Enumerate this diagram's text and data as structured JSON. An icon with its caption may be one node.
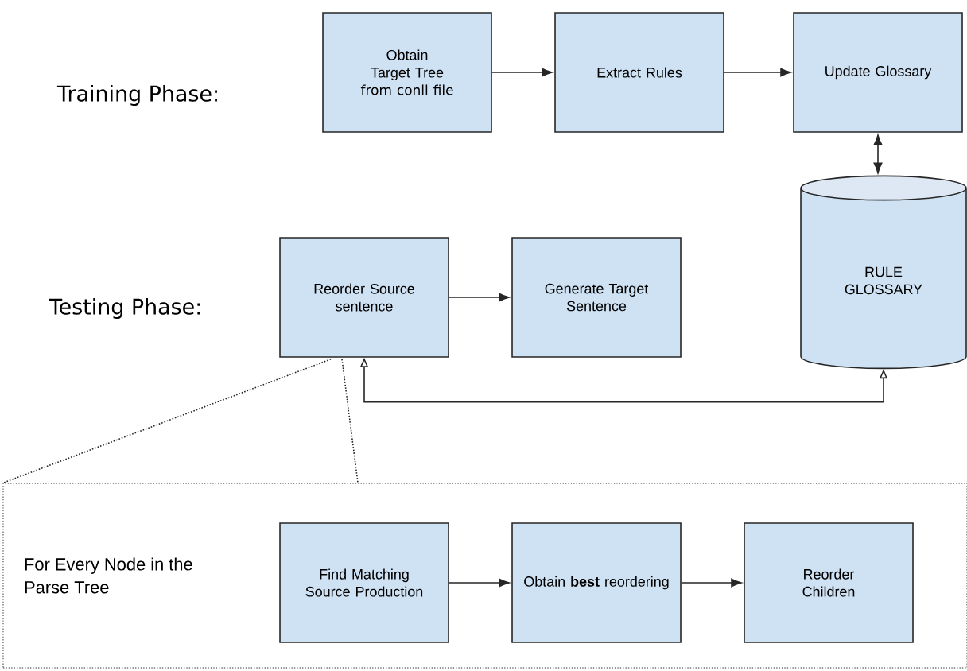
{
  "diagram": {
    "nodes": [
      {
        "text": [
          "Obtain Target Tree",
          "from conll file"
        ]
      },
      {
        "text": [
          "Extract Rules"
        ]
      },
      {
        "text": [
          "Update Glossary"
        ]
      },
      {
        "text": [
          "RULE GLOSSARY"
        ]
      },
      {
        "text": [
          "Reorder Source sentence"
        ]
      },
      {
        "text": [
          "Generate Target Sentence"
        ]
      },
      {
        "text": [
          "For Every Node in the Parse Tree"
        ]
      },
      {
        "text": [
          "Find Matching Source Production"
        ],
        "in": 6
      },
      {
        "text": [
          "Obtain **best** reordering"
        ],
        "in": 6
      },
      {
        "text": [
          "Reorder Children"
        ],
        "in": 6
      }
    ],
    "edges": [
      {
        "from": 0,
        "to": 1,
        "arrow": "to"
      },
      {
        "from": 1,
        "to": 2,
        "arrow": "to"
      },
      {
        "from": 2,
        "to": 3,
        "arrow": "both"
      },
      {
        "from": 4,
        "to": 5,
        "arrow": "to"
      },
      {
        "from": 4,
        "to": 3,
        "arrow": "both"
      },
      {
        "from": 4,
        "to": 6,
        "arrow": "none",
        "style": "dashed"
      },
      {
        "from": 4,
        "to": 6,
        "arrow": "none",
        "style": "dashed"
      },
      {
        "from": 7,
        "to": 8,
        "arrow": "to"
      },
      {
        "from": 8,
        "to": 9,
        "arrow": "to"
      }
    ],
    "labels": [
      "Training Phase:",
      "Testing Phase:"
    ]
  }
}
